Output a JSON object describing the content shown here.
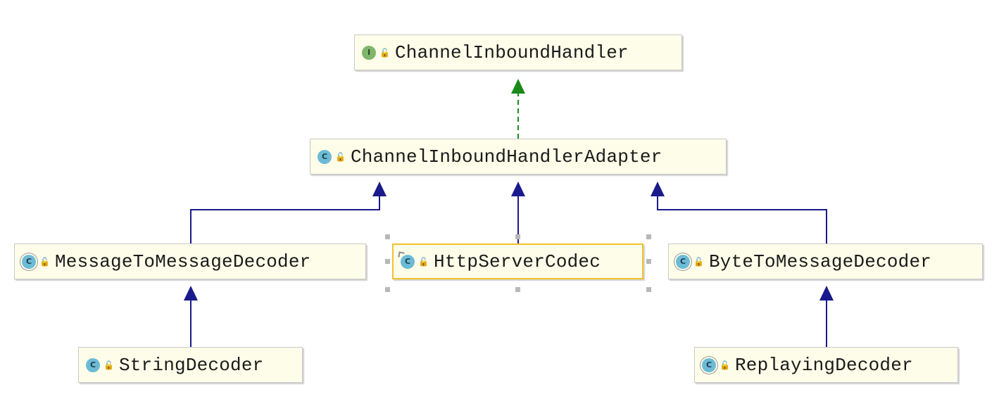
{
  "diagram": {
    "nodes": [
      {
        "id": "channel-inbound-handler",
        "label": "ChannelInboundHandler",
        "kind": "interface",
        "kind_letter": "I",
        "visibility_icon": "unlocked-icon"
      },
      {
        "id": "channel-inbound-handler-adapter",
        "label": "ChannelInboundHandlerAdapter",
        "kind": "class",
        "kind_letter": "C",
        "visibility_icon": "unlocked-icon"
      },
      {
        "id": "message-to-message-decoder",
        "label": "MessageToMessageDecoder",
        "kind": "abstract-class",
        "kind_letter": "C",
        "visibility_icon": "unlocked-icon"
      },
      {
        "id": "http-server-codec",
        "label": "HttpServerCodec",
        "kind": "final-class",
        "kind_letter": "C",
        "visibility_icon": "unlocked-icon",
        "selected": true
      },
      {
        "id": "byte-to-message-decoder",
        "label": "ByteToMessageDecoder",
        "kind": "abstract-class",
        "kind_letter": "C",
        "visibility_icon": "unlocked-icon"
      },
      {
        "id": "string-decoder",
        "label": "StringDecoder",
        "kind": "class",
        "kind_letter": "C",
        "visibility_icon": "unlocked-icon"
      },
      {
        "id": "replaying-decoder",
        "label": "ReplayingDecoder",
        "kind": "abstract-class",
        "kind_letter": "C",
        "visibility_icon": "unlocked-icon"
      }
    ],
    "edges": [
      {
        "from": "channel-inbound-handler-adapter",
        "to": "channel-inbound-handler",
        "type": "implements",
        "color": "#1a8a1a"
      },
      {
        "from": "message-to-message-decoder",
        "to": "channel-inbound-handler-adapter",
        "type": "extends",
        "color": "#1a1a8c"
      },
      {
        "from": "http-server-codec",
        "to": "channel-inbound-handler-adapter",
        "type": "extends",
        "color": "#1a1a8c"
      },
      {
        "from": "byte-to-message-decoder",
        "to": "channel-inbound-handler-adapter",
        "type": "extends",
        "color": "#1a1a8c"
      },
      {
        "from": "string-decoder",
        "to": "message-to-message-decoder",
        "type": "extends",
        "color": "#1a1a8c"
      },
      {
        "from": "replaying-decoder",
        "to": "byte-to-message-decoder",
        "type": "extends",
        "color": "#1a1a8c"
      }
    ]
  }
}
